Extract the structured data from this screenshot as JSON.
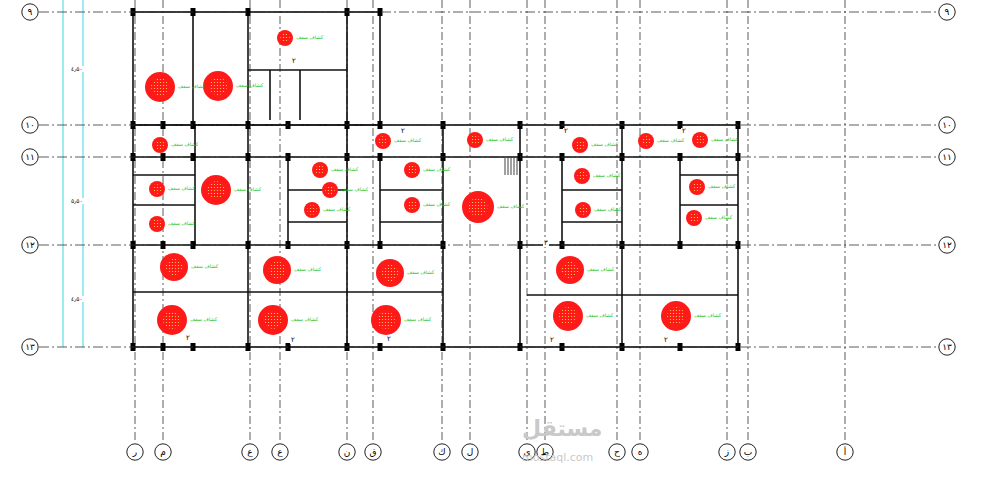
{
  "diagram": {
    "nodes": [
      {
        "text": [
          "٩"
        ]
      },
      {
        "text": [
          "٩"
        ]
      },
      {
        "text": [
          "١٠"
        ]
      },
      {
        "text": [
          "١٠"
        ]
      },
      {
        "text": [
          "١١"
        ]
      },
      {
        "text": [
          "١١"
        ]
      },
      {
        "text": [
          "١٢"
        ]
      },
      {
        "text": [
          "١٢"
        ]
      },
      {
        "text": [
          "١٣"
        ]
      },
      {
        "text": [
          "١٣"
        ]
      },
      {
        "text": [
          "ر"
        ]
      },
      {
        "text": [
          "م"
        ]
      },
      {
        "text": [
          "ع"
        ]
      },
      {
        "text": [
          "ع"
        ]
      },
      {
        "text": [
          "ن"
        ]
      },
      {
        "text": [
          "ق"
        ]
      },
      {
        "text": [
          "ك"
        ]
      },
      {
        "text": [
          "ل"
        ]
      },
      {
        "text": [
          "ي"
        ]
      },
      {
        "text": [
          "ط"
        ]
      },
      {
        "text": [
          "ح"
        ]
      },
      {
        "text": [
          "ه"
        ]
      },
      {
        "text": [
          "ز"
        ]
      },
      {
        "text": [
          "ب"
        ]
      },
      {
        "text": [
          "أ"
        ]
      }
    ],
    "edges": [
      {
        "from": 0,
        "to": 1,
        "arrow": "none"
      },
      {
        "from": 2,
        "to": 3,
        "arrow": "none"
      },
      {
        "from": 4,
        "to": 5,
        "arrow": "none"
      },
      {
        "from": 6,
        "to": 7,
        "arrow": "none"
      },
      {
        "from": 8,
        "to": 9,
        "arrow": "none"
      }
    ],
    "labels": [
      "٤٫٥٠",
      "٥٫٥٠",
      "٤٫٥٠",
      "٢",
      "٢",
      "٢",
      "٢",
      "٣",
      "٢",
      "٢",
      "٢",
      "٢",
      "٢",
      "كشاف سقف",
      "كشاف سقف",
      "كشاف سقف",
      "كشاف سقف",
      "كشاف سقف",
      "كشاف سقف",
      "كشاف سقف",
      "كشاف سقف",
      "كشاف سقف",
      "كشاف سقف",
      "كشاف سقف",
      "كشاف سقف",
      "كشاف سقف",
      "كشاف سقف",
      "كشاف سقف",
      "كشاف سقف",
      "كشاف سقف",
      "كشاف سقف",
      "كشاف سقف",
      "كشاف سقف",
      "كشاف سقف",
      "كشاف سقف",
      "كشاف سقف",
      "كشاف سقف",
      "كشاف سقف",
      "كشاف سقف",
      "كشاف سقف",
      "كشاف سقف",
      "كشاف سقف",
      "كشاف سقف",
      "كشاف سقف",
      "مستقل",
      "mostaql.com"
    ]
  }
}
